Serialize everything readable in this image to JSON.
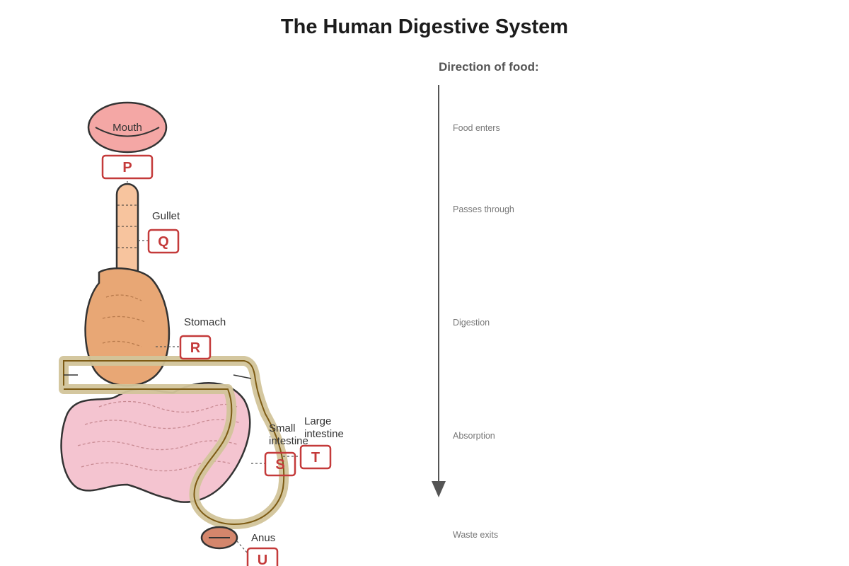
{
  "title": "The Human Digestive System",
  "organs": {
    "mouth": "Mouth",
    "gullet": "Gullet",
    "stomach": "Stomach",
    "small_intestine": [
      "Small",
      "intestine"
    ],
    "large_intestine": [
      "Large",
      "intestine"
    ],
    "anus": "Anus"
  },
  "boxes": {
    "p": "P",
    "q": "Q",
    "r": "R",
    "s": "S",
    "t": "T",
    "u": "U"
  },
  "direction": {
    "title": "Direction of food:",
    "steps": [
      "Food enters",
      "Passes through",
      "Digestion",
      "Absorption",
      "Waste exits"
    ]
  },
  "colors": {
    "mouth": "#f4a7a5",
    "gullet": "#f7c49e",
    "stomach": "#e8a775",
    "small_intestine": "#f4c4d0",
    "large_intestine": "#d2c49a",
    "anus": "#d4866c",
    "box_red": "#c43a3a",
    "outline": "#333333"
  }
}
